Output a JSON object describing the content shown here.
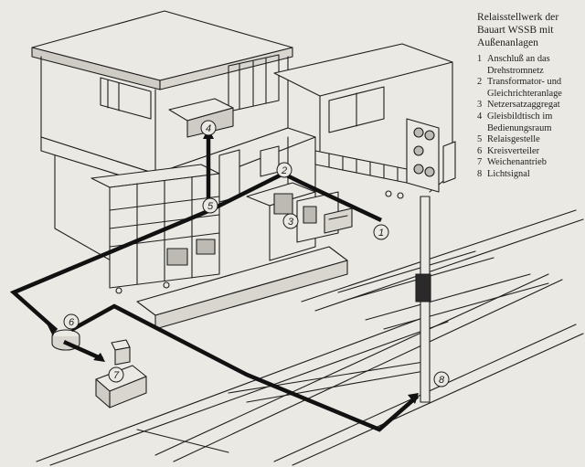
{
  "legend": {
    "title_lines": [
      "Relaisstellwerk der",
      "Bauart WSSB mit",
      "Außenanlagen"
    ],
    "items": [
      {
        "num": "1",
        "text": "Anschluß an das Drehstromnetz"
      },
      {
        "num": "2",
        "text": "Transformator- und Gleichrichteranlage"
      },
      {
        "num": "3",
        "text": "Netzersatzaggregat"
      },
      {
        "num": "4",
        "text": "Gleisbildtisch im Bedienungsraum"
      },
      {
        "num": "5",
        "text": "Relaisgestelle"
      },
      {
        "num": "6",
        "text": "Kreisverteiler"
      },
      {
        "num": "7",
        "text": "Weichenantrieb"
      },
      {
        "num": "8",
        "text": "Lichtsignal"
      }
    ]
  },
  "callouts": {
    "c1": "1",
    "c2": "2",
    "c3": "3",
    "c4": "4",
    "c5": "5",
    "c6": "6",
    "c7": "7",
    "c8": "8"
  },
  "colors": {
    "ink": "#1e1e1e",
    "paper": "#ebe9e4",
    "shade": "#bdbab3"
  }
}
